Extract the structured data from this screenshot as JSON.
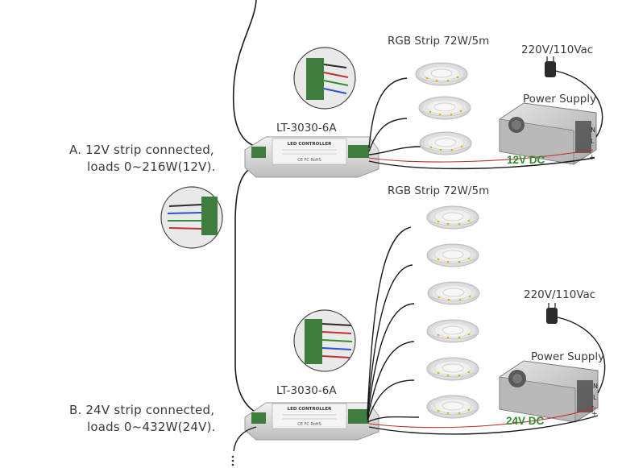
{
  "sections": [
    {
      "id": "A",
      "description_line1": "A. 12V strip connected,",
      "description_line2": "loads 0~216W(12V).",
      "controller_label": "LT-3030-6A",
      "strip_label": "RGB Strip  72W/5m",
      "mains_label": "220V/110Vac",
      "psu_label": "Power Supply",
      "dc_label": "12V DC"
    },
    {
      "id": "B",
      "description_line1": "B. 24V strip connected,",
      "description_line2": "loads 0~432W(24V).",
      "controller_label": "LT-3030-6A",
      "strip_label": "RGB Strip  72W/5m",
      "mains_label": "220V/110Vac",
      "psu_label": "Power Supply",
      "dc_label": "24V DC"
    }
  ],
  "controller_face": {
    "header": "LED CONTROLLER",
    "marks": "CE FC RoHS"
  },
  "psu_terminals": [
    "N",
    "L",
    "-",
    "+"
  ],
  "colors": {
    "wire": "#1a1a1a",
    "dc_text": "#2f8f2f",
    "controller_body": "#d9d9d9",
    "terminal_green": "#3f7d3f",
    "psu_body": "#c8c8c8"
  }
}
